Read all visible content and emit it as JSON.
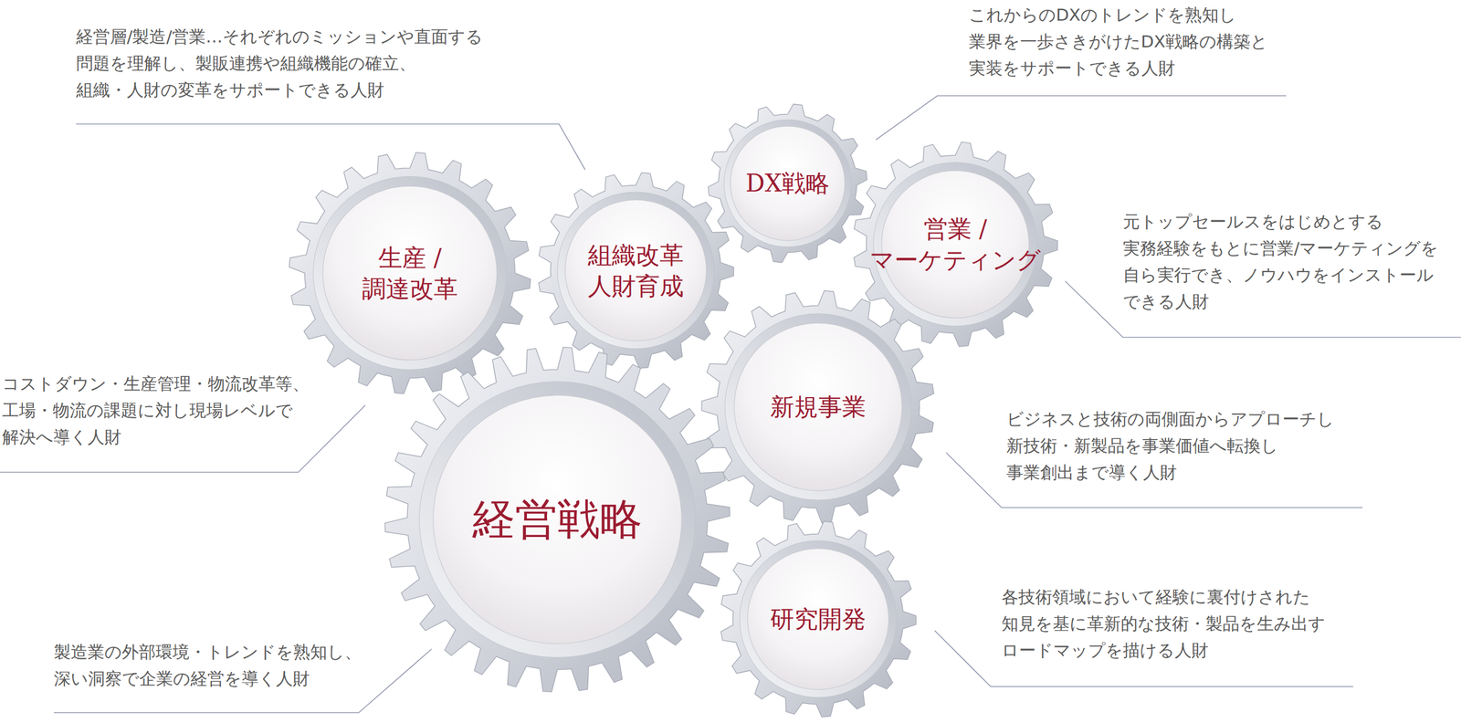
{
  "diagram": {
    "nodes": [
      {
        "text": [
          "生産 / 調達改革"
        ]
      },
      {
        "text": [
          "組織改革 人財育成"
        ]
      },
      {
        "text": [
          "DX戦略"
        ]
      },
      {
        "text": [
          "営業 / マーケティング"
        ]
      },
      {
        "text": [
          "新規事業"
        ]
      },
      {
        "text": [
          "経営戦略"
        ]
      },
      {
        "text": [
          "研究開発"
        ]
      }
    ],
    "labels": [
      "経営層/製造/営業…それぞれのミッションや直面する 問題を理解し、製販連携や組織機能の確立、 組織・人財の変革をサポートできる人財",
      "これからのDXのトレンドを熟知し 業界を一歩さきがけたDX戦略の構築と 実装をサポートできる人財",
      "元トップセールスをはじめとする 実務経験をもとに営業/マーケティングを 自ら実行でき、ノウハウをインストール できる人財",
      "コストダウン・生産管理・物流改革等、 工場・物流の課題に対し現場レベルで 解決へ導く人財",
      "ビジネスと技術の両側面からアプローチし 新技術・新製品を事業価値へ転換し 事業創出まで導く人財",
      "各技術領域において経験に裏付けされた 知見を基に革新的な技術・製品を生み出す ロードマップを描ける人財",
      "製造業の外部環境・トレンドを熟知し、 深い洞察で企業の経営を導く人財"
    ]
  }
}
